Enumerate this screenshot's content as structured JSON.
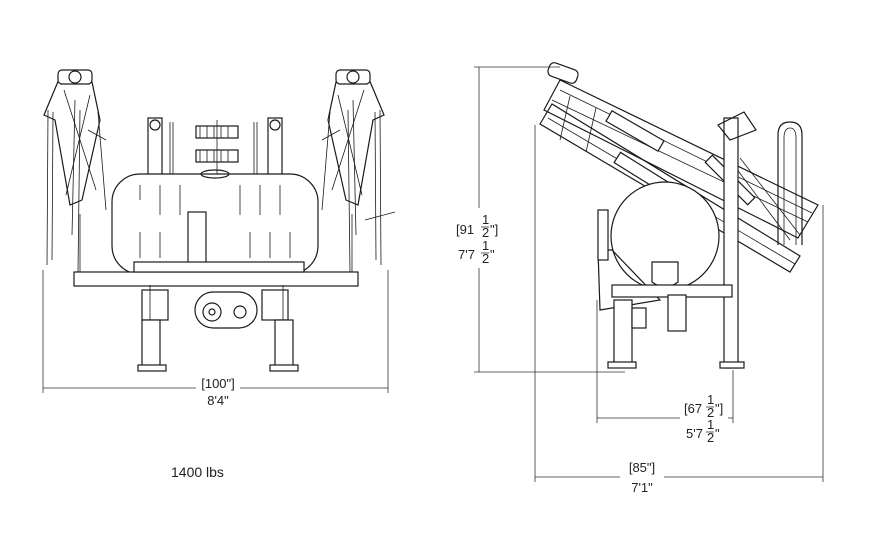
{
  "weight": "1400 lbs",
  "front_view": {
    "width_bracket": "[100\"]",
    "width_feet": "8'4\""
  },
  "side_view": {
    "height_bracket": "[91",
    "height_bracket_frac_num": "1",
    "height_bracket_frac_den": "2",
    "height_bracket_end": "\"]",
    "height_feet": "7'7",
    "height_feet_frac_num": "1",
    "height_feet_frac_den": "2",
    "height_feet_end": "\"",
    "depth_inner_bracket": "[67",
    "depth_inner_frac_num": "1",
    "depth_inner_frac_den": "2",
    "depth_inner_bracket_end": "\"]",
    "depth_inner_feet": "5'7",
    "depth_inner_feet_frac_num": "1",
    "depth_inner_feet_frac_den": "2",
    "depth_inner_feet_end": "\"",
    "depth_outer_bracket": "[85\"]",
    "depth_outer_feet": "7'1\""
  }
}
